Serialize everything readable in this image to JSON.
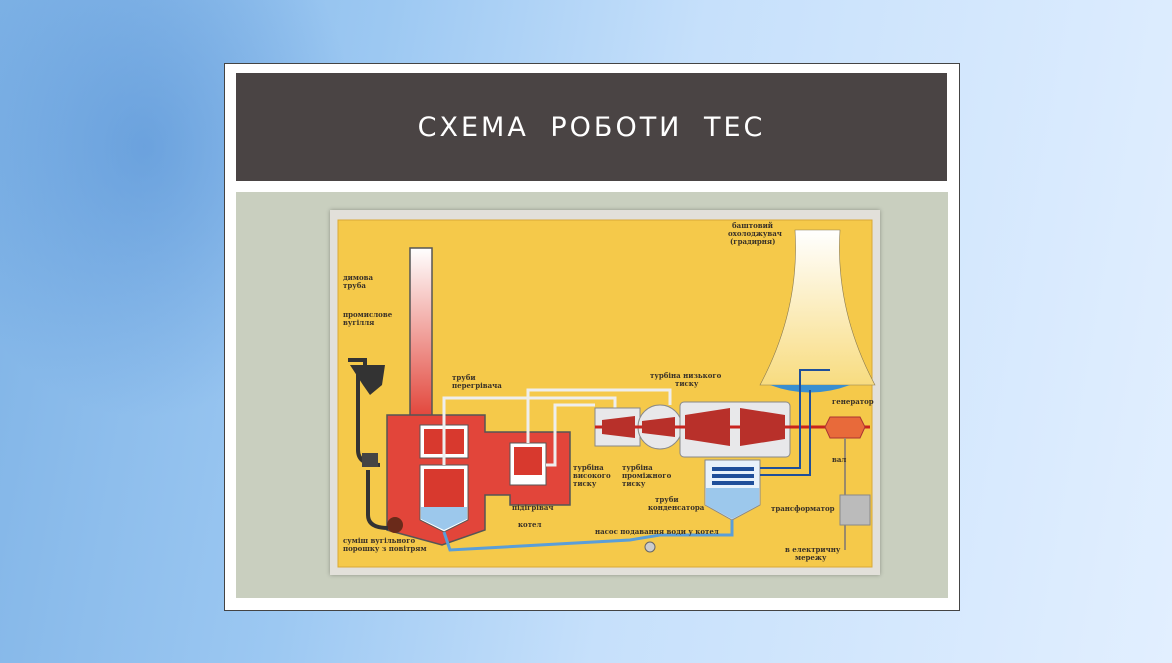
{
  "slide": {
    "title": "СХЕМА РОБОТИ ТЕС"
  },
  "diagram": {
    "labels": {
      "chimney": [
        "димова",
        "труба"
      ],
      "coal": [
        "промислове",
        "вугілля"
      ],
      "superheater_pipes": [
        "труби",
        "перегрівача"
      ],
      "hp_turbine": [
        "турбіна",
        "високого",
        "тиску"
      ],
      "ip_turbine": [
        "турбіна",
        "проміжного",
        "тиску"
      ],
      "lp_turbine": [
        "турбіна низького",
        "тиску"
      ],
      "cooling_tower": [
        "баштовий",
        "охолоджувач",
        "(градирня)"
      ],
      "generator": "генератор",
      "shaft": "вал",
      "condenser_pipes": [
        "труби",
        "конденсатора"
      ],
      "transformer": "трансформатор",
      "pump": "насос подавання води у котел",
      "grid": [
        "в електричну",
        "мережу"
      ],
      "heater": "підігрівач",
      "boiler": "котел",
      "mixture": [
        "суміш вугільного",
        "порошку з повітрям"
      ]
    },
    "colors": {
      "background": "#f5c94a",
      "furnace": "#e2453a",
      "water": "#9cc8ec",
      "shaft": "#c8231e"
    }
  }
}
